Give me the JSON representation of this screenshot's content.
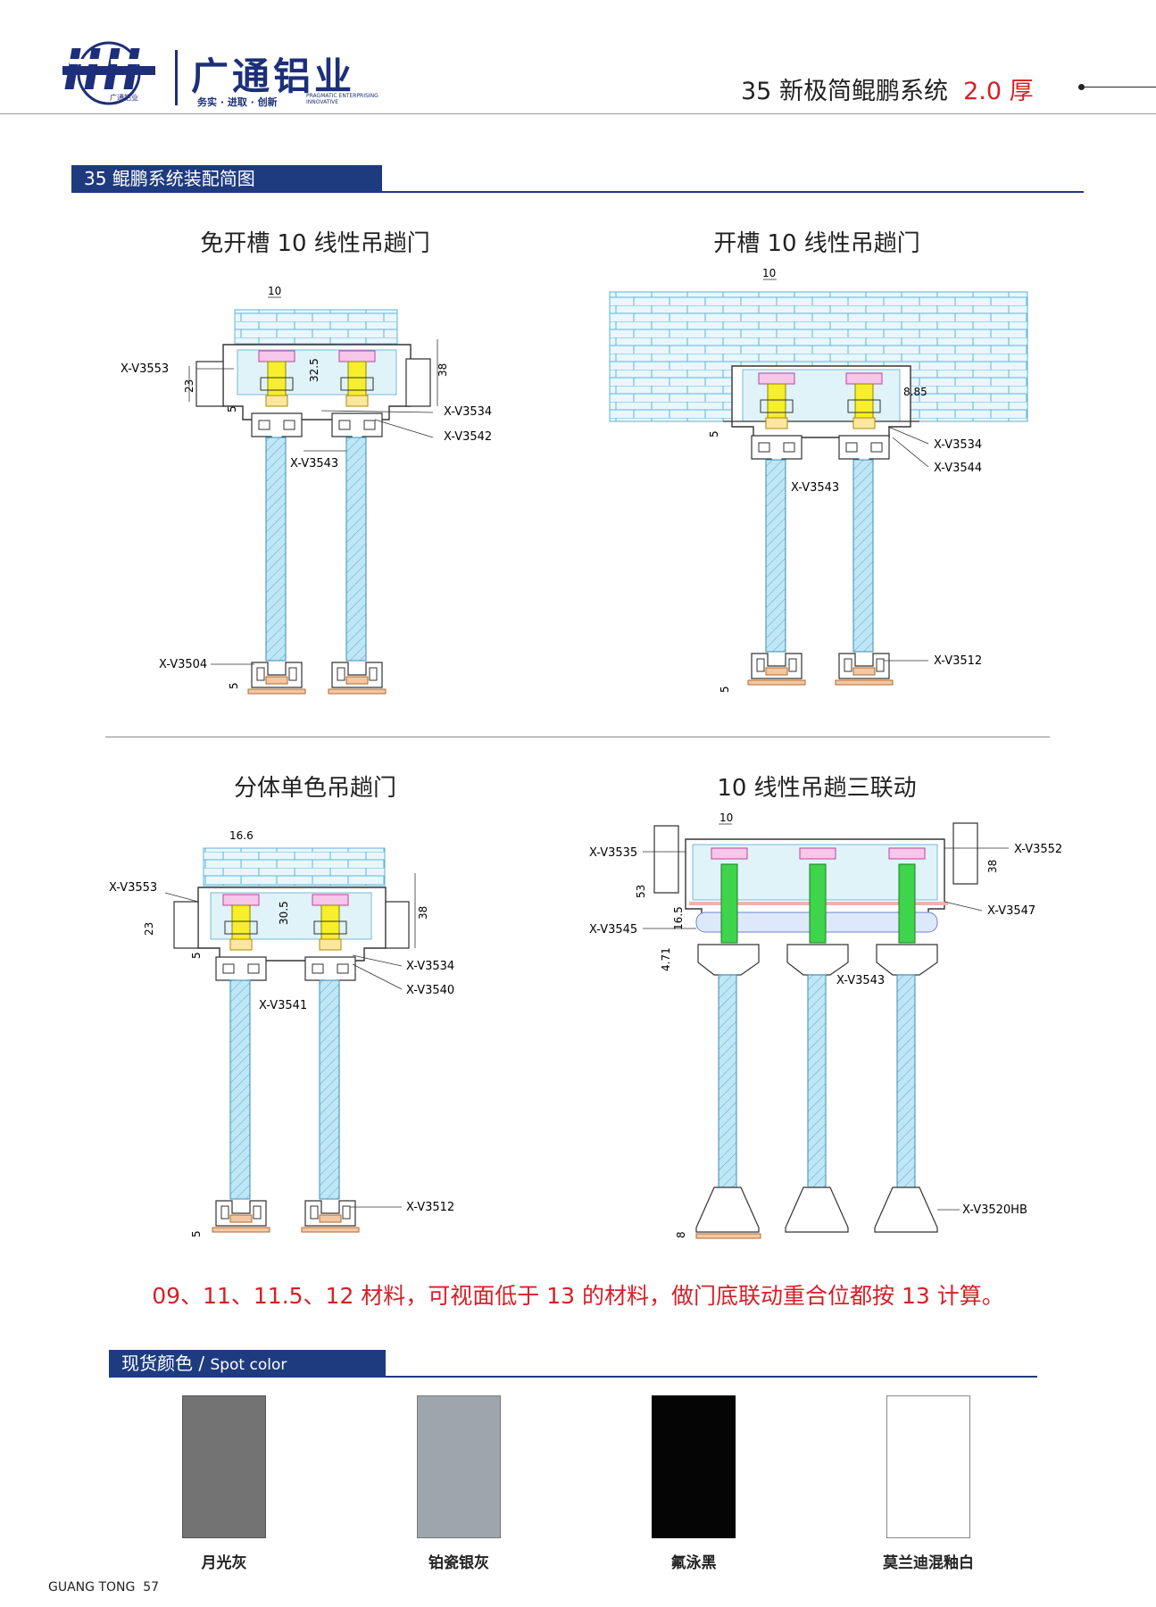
{
  "header": {
    "logo_small_text": "广通铝业",
    "brand_name": "广通铝业",
    "slogan": "务实 · 进取 · 创新",
    "slogan_en": "PRAGMATIC ENTERPRISING INNOVATIVE",
    "page_title": "35 新极简鲲鹏系统",
    "page_thickness": "2.0 厚"
  },
  "section_assembly": {
    "title": "35 鲲鹏系统装配简图"
  },
  "diagrams": [
    {
      "title": "免开槽 10 线性吊趟门",
      "labels": {
        "l1": "X-V3553",
        "l2": "X-V3534",
        "l3": "X-V3542",
        "l4": "X-V3543",
        "l5": "X-V3504"
      },
      "dims": {
        "d1": "10",
        "d2": "32.5",
        "d3": "38",
        "d4": "23",
        "d5": "5",
        "d6": "5"
      }
    },
    {
      "title": "开槽 10 线性吊趟门",
      "labels": {
        "l1": "X-V3534",
        "l2": "X-V3544",
        "l3": "X-V3543",
        "l4": "X-V3512"
      },
      "dims": {
        "d1": "10",
        "d2": "8.85",
        "d3": "5",
        "d4": "5"
      }
    },
    {
      "title": "分体单色吊趟门",
      "labels": {
        "l1": "X-V3553",
        "l2": "X-V3534",
        "l3": "X-V3540",
        "l4": "X-V3541",
        "l5": "X-V3512"
      },
      "dims": {
        "d1": "16.6",
        "d2": "30.5",
        "d3": "38",
        "d4": "23",
        "d5": "5",
        "d6": "5"
      }
    },
    {
      "title": "10 线性吊趟三联动",
      "labels": {
        "l1": "X-V3535",
        "l2": "X-V3552",
        "l3": "X-V3547",
        "l4": "X-V3545",
        "l5": "X-V3543",
        "l6": "X-V3520HB"
      },
      "dims": {
        "d1": "10",
        "d2": "53",
        "d3": "38",
        "d4": "16.5",
        "d5": "4.71",
        "d6": "8"
      }
    }
  ],
  "note": "09、11、11.5、12 材料，可视面低于 13 的材料，做门底联动重合位都按 13 计算。",
  "section_colors": {
    "title_cn": "现货颜色",
    "title_sep": " / ",
    "title_en": "Spot color"
  },
  "colors": [
    {
      "name": "月光灰",
      "hex": "#737373"
    },
    {
      "name": "铂瓷银灰",
      "hex": "#9ea6ad"
    },
    {
      "name": "氟泳黑",
      "hex": "#050505"
    },
    {
      "name": "莫兰迪混釉白",
      "hex": "#ffffff"
    }
  ],
  "footer": {
    "brand": "GUANG TONG",
    "page": "57"
  }
}
